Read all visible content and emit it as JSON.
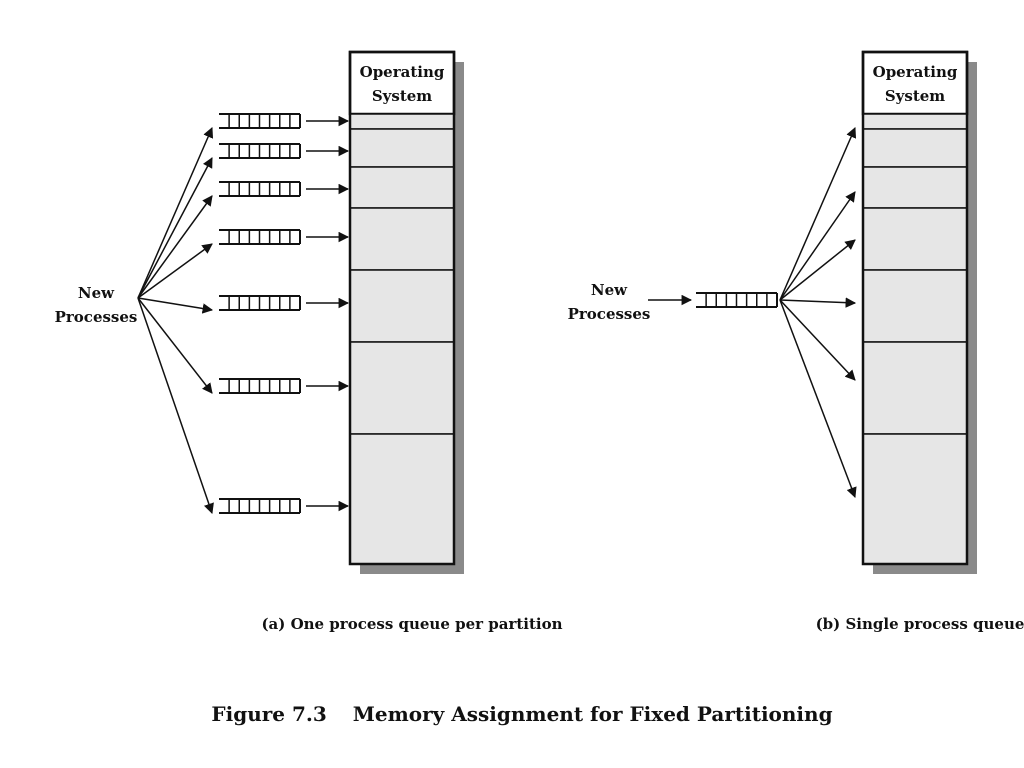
{
  "diagram_a": {
    "os_label_line1": "Operating",
    "os_label_line2": "System",
    "source_line1": "New",
    "source_line2": "Processes",
    "caption": "(a) One process queue per partition",
    "partition_count": 7
  },
  "diagram_b": {
    "os_label_line1": "Operating",
    "os_label_line2": "System",
    "source_line1": "New",
    "source_line2": "Processes",
    "caption": "(b) Single process queue",
    "partition_count": 7
  },
  "figure_caption": {
    "number": "Figure 7.3",
    "title": "Memory Assignment for Fixed Partitioning"
  },
  "colors": {
    "partition_fill": "#e6e6e6",
    "shadow": "#8a8a8a",
    "stroke": "#111111"
  }
}
